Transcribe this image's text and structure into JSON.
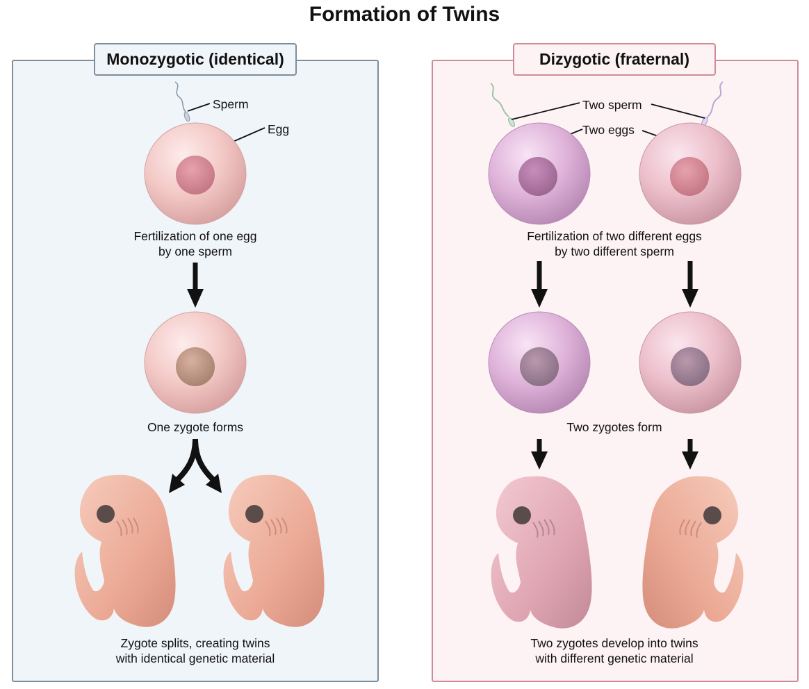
{
  "title": "Formation of Twins",
  "panels": {
    "monozygotic": {
      "heading": "Monozygotic (identical)",
      "labels": {
        "sperm": "Sperm",
        "egg": "Egg"
      },
      "step1": [
        "Fertilization of one egg",
        "by one sperm"
      ],
      "step2": "One zygote forms",
      "step3": [
        "Zygote splits, creating twins",
        "with identical genetic material"
      ]
    },
    "dizygotic": {
      "heading": "Dizygotic (fraternal)",
      "labels": {
        "sperm": "Two sperm",
        "eggs": "Two eggs"
      },
      "step1": [
        "Fertilization of two different eggs",
        "by two different sperm"
      ],
      "step2": "Two zygotes form",
      "step3": [
        "Two zygotes develop into twins",
        "with different genetic material"
      ]
    }
  },
  "colors": {
    "mono_bg": "#f0f5fa",
    "mono_border": "#7e8e9a",
    "di_bg": "#fdf3f4",
    "di_border": "#cf8c98",
    "egg_pink": "#f2c6c4",
    "egg_violet": "#dcb0da",
    "embryo": "#f0b5a4",
    "embryo_violet": "#e6afb8",
    "arrow": "#111111"
  }
}
